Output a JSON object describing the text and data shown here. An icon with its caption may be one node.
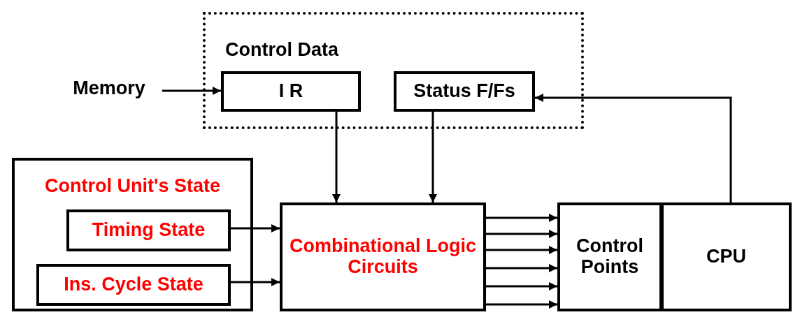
{
  "diagram": {
    "nodes": [
      {
        "text": [
          "Control Data"
        ]
      },
      {
        "text": [
          "I R"
        ],
        "in": 0
      },
      {
        "text": [
          "Status F/Fs"
        ],
        "in": 0
      },
      {
        "text": [
          "Memory"
        ]
      },
      {
        "text": [
          "Control Unit's State"
        ]
      },
      {
        "text": [
          "Timing State"
        ],
        "in": 4
      },
      {
        "text": [
          "Ins. Cycle State"
        ],
        "in": 4
      },
      {
        "text": [
          "Combinational Logic Circuits"
        ]
      },
      {
        "text": [
          "Control Points"
        ]
      },
      {
        "text": [
          "CPU"
        ]
      }
    ],
    "edges": [
      {
        "from": 3,
        "to": 1,
        "arrow": "to"
      },
      {
        "from": 1,
        "to": 7,
        "arrow": "to"
      },
      {
        "from": 2,
        "to": 7,
        "arrow": "to"
      },
      {
        "from": 5,
        "to": 7,
        "arrow": "to"
      },
      {
        "from": 6,
        "to": 7,
        "arrow": "to"
      },
      {
        "from": 7,
        "to": 8,
        "arrow": "to"
      },
      {
        "from": 7,
        "to": 8,
        "arrow": "to"
      },
      {
        "from": 7,
        "to": 8,
        "arrow": "to"
      },
      {
        "from": 7,
        "to": 8,
        "arrow": "to"
      },
      {
        "from": 7,
        "to": 8,
        "arrow": "to"
      },
      {
        "from": 7,
        "to": 8,
        "arrow": "to"
      },
      {
        "from": 9,
        "to": 2,
        "arrow": "to"
      }
    ]
  }
}
